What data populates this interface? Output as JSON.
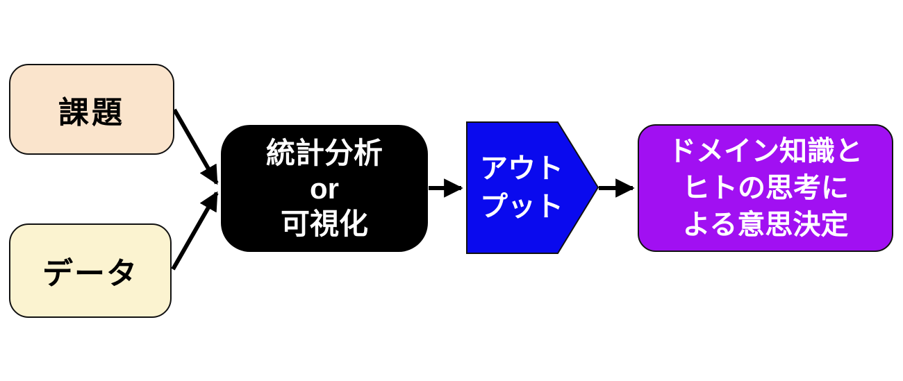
{
  "diagram": {
    "background": "#ffffff",
    "arrow_color": "#000000",
    "border_color": "#111111",
    "nodes": {
      "issue": {
        "label": "課題",
        "fill": "#FAE4CC",
        "shape": "rounded-rect"
      },
      "data": {
        "label": "データ",
        "fill": "#FBF3D0",
        "shape": "rounded-rect"
      },
      "process": {
        "lines": [
          "統計分析",
          "or",
          "可視化"
        ],
        "fill": "#000000",
        "text_color": "#FFFFFF",
        "shape": "rounded-rect"
      },
      "output": {
        "lines": [
          "アウト",
          "プット"
        ],
        "fill": "#0A0AEE",
        "text_color": "#FFFFFF",
        "shape": "pentagon-arrow"
      },
      "decision": {
        "lines": [
          "ドメイン知識と",
          "ヒトの思考に",
          "よる意思決定"
        ],
        "fill": "#A110F2",
        "text_color": "#FFFFFF",
        "shape": "rounded-rect"
      }
    },
    "edges": [
      {
        "from": "課題",
        "to": "統計分析 or 可視化"
      },
      {
        "from": "データ",
        "to": "統計分析 or 可視化"
      },
      {
        "from": "統計分析 or 可視化",
        "to": "アウトプット"
      },
      {
        "from": "アウトプット",
        "to": "ドメイン知識とヒトの思考による意思決定"
      }
    ]
  }
}
